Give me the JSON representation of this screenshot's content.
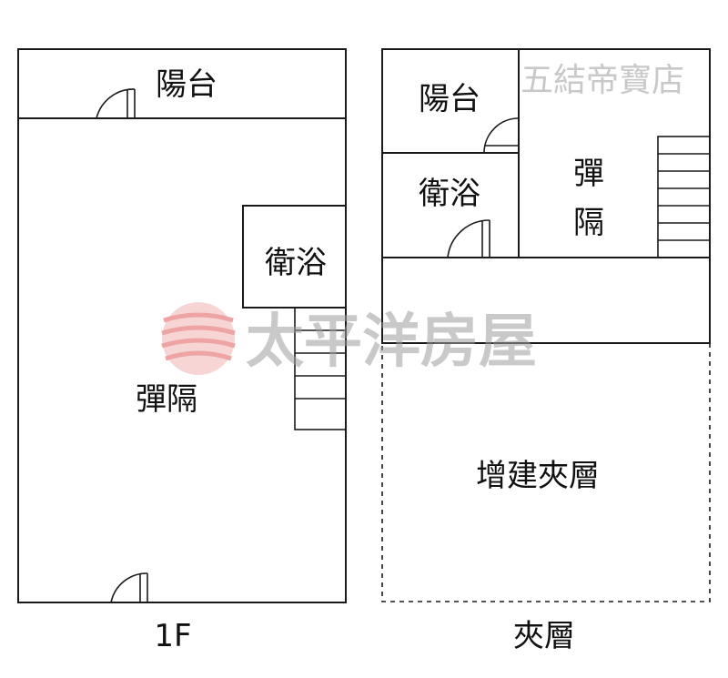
{
  "watermark": {
    "top_right": "五結帝寶店",
    "center": "太平洋房屋",
    "logo_color": "#e35a5a"
  },
  "floor_1f": {
    "caption": "1F",
    "balcony": "陽台",
    "bathroom": "衛浴",
    "main_room_lines": [
      "彈隔"
    ]
  },
  "floor_mezz": {
    "caption": "夾層",
    "balcony": "陽台",
    "bathroom": "衛浴",
    "room_vertical": [
      "彈",
      "隔"
    ],
    "added_mezzanine": "增建夾層"
  }
}
